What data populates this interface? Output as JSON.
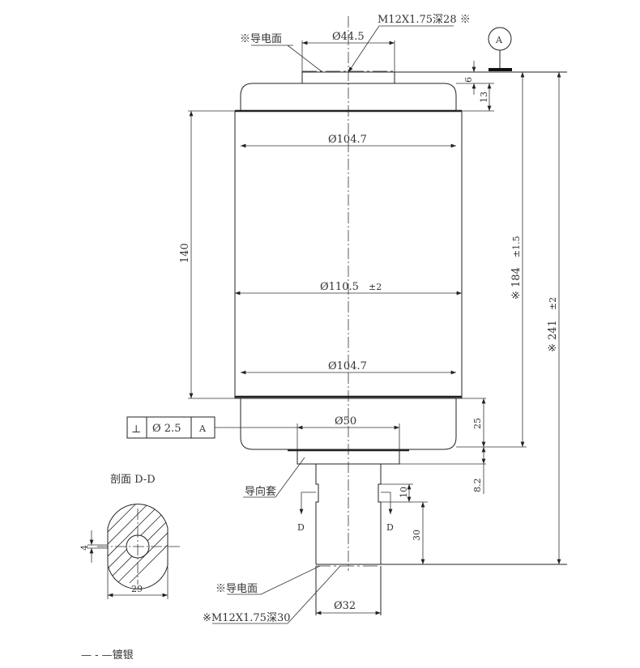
{
  "labels": {
    "top_surface": "※导电面",
    "top_thread": "M12X1.75深28 ※",
    "datum": "A",
    "guide_sleeve": "导向套",
    "bottom_surface": "※导电面",
    "bottom_thread": "※M12X1.75深30",
    "section_title": "剖面 D-D",
    "section_mark": "D",
    "legend": "— - —镀银"
  },
  "dimensions": {
    "cap_dia": "Ø44.5",
    "body_dia_top": "Ø104.7",
    "body_dia_mid": "Ø110.5",
    "body_tol": "±2",
    "body_dia_bot": "Ø104.7",
    "flange_dia": "Ø50",
    "rod_dia": "Ø32",
    "cap_h": "6",
    "dome_h": "13",
    "body_len": "140",
    "len_184": "※ 184",
    "tol_184": "±1.5",
    "len_241": "※ 241",
    "tol_241": "±2",
    "bot_dome_h": "25",
    "sleeve_h": "8.2",
    "notch_h": "10",
    "rod_h": "30",
    "sec_width": "29",
    "sec_flat": "4"
  },
  "tolerance_frame": {
    "symbol": "⊥",
    "value": "Ø  2.5",
    "datum": "A"
  }
}
